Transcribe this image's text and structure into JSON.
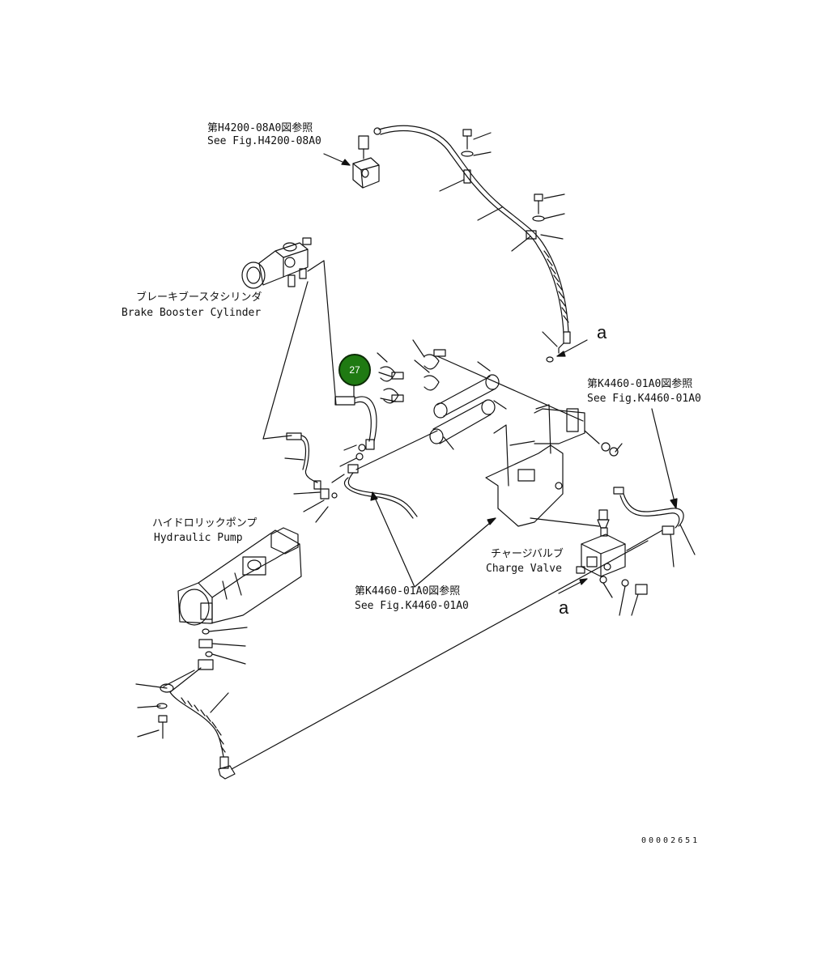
{
  "refs": {
    "h4200": {
      "jp": "第H4200-08A0図参照",
      "en": "See Fig.H4200-08A0"
    },
    "k4460_top": {
      "jp": "第K4460-01A0図参照",
      "en": "See Fig.K4460-01A0"
    },
    "k4460_bottom": {
      "jp": "第K4460-01A0図参照",
      "en": "See Fig.K4460-01A0"
    }
  },
  "components": {
    "brake_booster": {
      "jp": "ブレーキブースタシリンダ",
      "en": "Brake Booster Cylinder"
    },
    "hydraulic_pump": {
      "jp": "ハイドロリックポンプ",
      "en": "Hydraulic Pump"
    },
    "charge_valve": {
      "jp": "チャージバルブ",
      "en": "Charge Valve"
    }
  },
  "callout": {
    "number": "27",
    "color": "#1f7a12"
  },
  "connection_marks": {
    "top": "a",
    "bottom": "a"
  },
  "drawing_number": "00002651"
}
